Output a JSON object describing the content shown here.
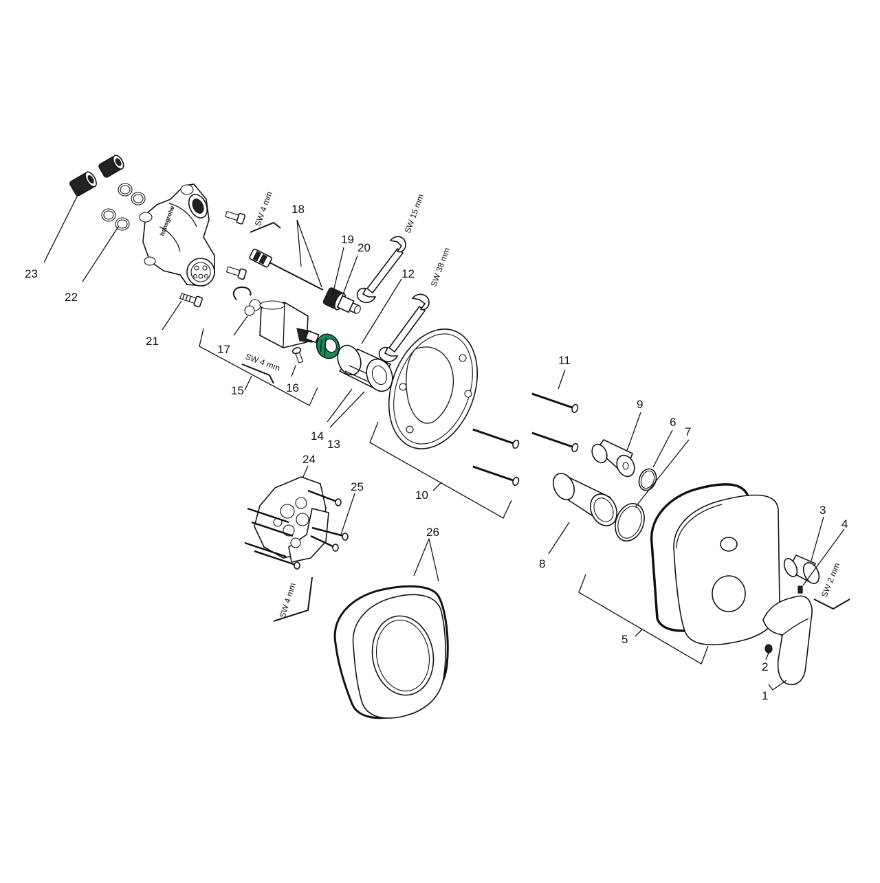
{
  "diagram": {
    "type": "exploded-parts-diagram",
    "accent_colors": {
      "line": "#111111",
      "highlight": "#1e8a5a",
      "background": "#ffffff"
    },
    "callouts": [
      {
        "id": "1",
        "label": "1"
      },
      {
        "id": "2",
        "label": "2"
      },
      {
        "id": "3",
        "label": "3"
      },
      {
        "id": "4",
        "label": "4"
      },
      {
        "id": "5",
        "label": "5"
      },
      {
        "id": "6",
        "label": "6"
      },
      {
        "id": "7",
        "label": "7"
      },
      {
        "id": "8",
        "label": "8"
      },
      {
        "id": "9",
        "label": "9"
      },
      {
        "id": "10",
        "label": "10"
      },
      {
        "id": "11",
        "label": "11"
      },
      {
        "id": "12",
        "label": "12"
      },
      {
        "id": "13",
        "label": "13"
      },
      {
        "id": "14",
        "label": "14"
      },
      {
        "id": "15",
        "label": "15"
      },
      {
        "id": "16",
        "label": "16"
      },
      {
        "id": "17",
        "label": "17"
      },
      {
        "id": "18",
        "label": "18"
      },
      {
        "id": "19",
        "label": "19"
      },
      {
        "id": "20",
        "label": "20"
      },
      {
        "id": "21",
        "label": "21"
      },
      {
        "id": "22",
        "label": "22"
      },
      {
        "id": "23",
        "label": "23"
      },
      {
        "id": "24",
        "label": "24"
      },
      {
        "id": "25",
        "label": "25"
      },
      {
        "id": "26",
        "label": "26"
      }
    ],
    "tool_labels": [
      {
        "id": "sw4-top",
        "label": "SW 4 mm"
      },
      {
        "id": "sw15",
        "label": "SW 15 mm"
      },
      {
        "id": "sw38",
        "label": "SW 38 mm"
      },
      {
        "id": "sw4-mid",
        "label": "SW 4 mm"
      },
      {
        "id": "sw4-bottom",
        "label": "SW 4 mm"
      },
      {
        "id": "sw2",
        "label": "SW 2 mm"
      }
    ]
  }
}
